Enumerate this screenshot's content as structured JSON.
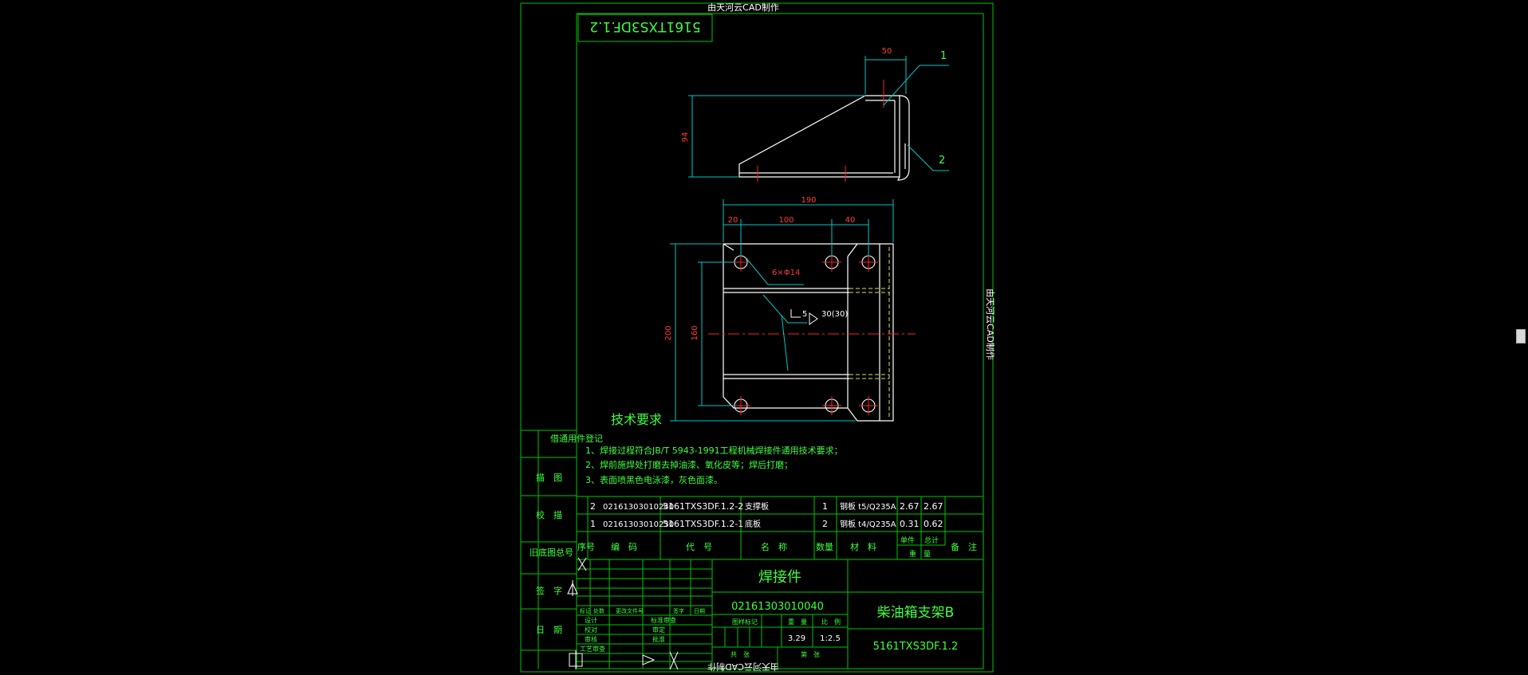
{
  "colors": {
    "background": "#000000",
    "frame": "#00c800",
    "object": "#ffffff",
    "dimension": "#00c8c8",
    "dim_text": "#ff3c3c",
    "center": "#ff2020",
    "hidden": "#e0e060",
    "text": "#40ff40"
  },
  "watermarks": {
    "top": "由天河云CAD制作",
    "bottom": "由天河云CAD制作",
    "right": "由天河云CAD制作"
  },
  "mirror_code": "5161TXS3DF.1.2",
  "front_view": {
    "dim_top": "50",
    "dim_left": "94",
    "balloon_1": "1",
    "balloon_2": "2"
  },
  "plan_view": {
    "dim_total": "190",
    "dim_a": "20",
    "dim_b": "100",
    "dim_c": "40",
    "dim_height": "200",
    "dim_inner": "160",
    "hole_note": "6×Φ14",
    "weld_size": "5",
    "weld_len": "30(30)"
  },
  "tech": {
    "title": "技术要求",
    "lines": [
      "1、焊接过程符合JB/T 5943-1991工程机械焊接件通用技术要求；",
      "2、焊前施焊处打磨去掉油漆、氧化皮等；焊后打磨；",
      "3、表面喷黑色电泳漆，灰色面漆。"
    ]
  },
  "left_strip": {
    "borrow": "借通用件登记",
    "trace": "描　图",
    "proof": "校　描",
    "old_no": "旧底图总号",
    "sign": "签　字",
    "date": "日　期"
  },
  "bom": {
    "rows": [
      {
        "seq": "2",
        "code": "02161303010240",
        "drawing": "5161TXS3DF.1.2-2",
        "name": "支撑板",
        "qty": "1",
        "material": "钢板 t5/Q235A",
        "unit": "2.67",
        "total": "2.67",
        "note": ""
      },
      {
        "seq": "1",
        "code": "02161303010230",
        "drawing": "5161TXS3DF.1.2-1",
        "name": "底板",
        "qty": "2",
        "material": "钢板 t4/Q235A",
        "unit": "0.31",
        "total": "0.62",
        "note": ""
      }
    ],
    "headers": {
      "seq": "序号",
      "code": "编　码",
      "drawing": "代　号",
      "name": "名　称",
      "qty": "数量",
      "material": "材　料",
      "unit": "单件",
      "total": "总计",
      "weight": "重　量",
      "note": "备　注"
    }
  },
  "title_block": {
    "part_type": "焊接件",
    "part_code": "02161303010040",
    "part_name": "柴油箱支架B",
    "drawing_no": "5161TXS3DF.1.2",
    "mark_label": "图样标记",
    "weight_label": "重　量",
    "scale_label": "比　例",
    "weight": "3.29",
    "scale": "1:2.5",
    "sheet_total": "共　张",
    "sheet_no": "第　张",
    "rev_cols": [
      "标记",
      "处数",
      "更改文件号",
      "签字",
      "日期"
    ],
    "roles": [
      "设计",
      "校对",
      "审核",
      "工艺审查"
    ],
    "roles_b": [
      "标准审查",
      "审定",
      "批准",
      ""
    ]
  }
}
